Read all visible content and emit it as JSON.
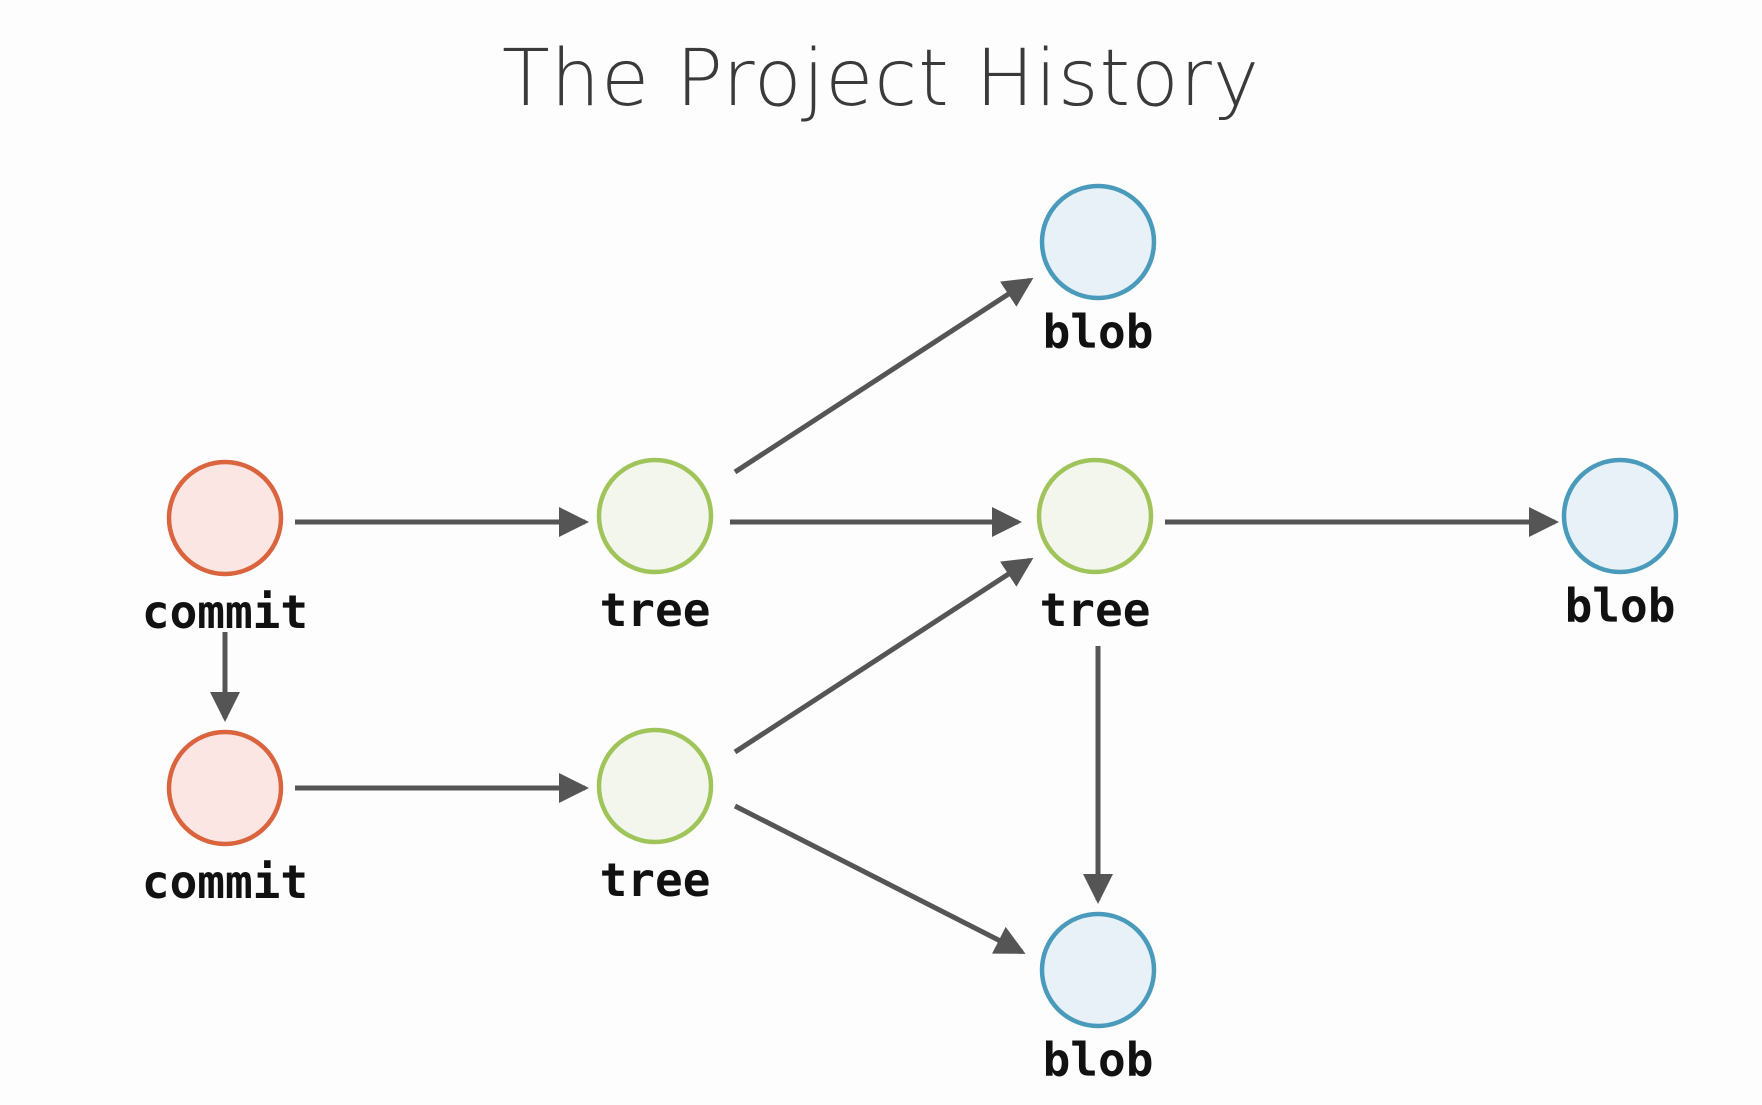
{
  "title": "The Project History",
  "colors": {
    "commit_stroke": "#d9643d",
    "commit_fill": "#fbe6e3",
    "tree_stroke": "#9fc45a",
    "tree_fill": "#f3f6ec",
    "blob_stroke": "#4a9bbb",
    "blob_fill": "#e8f1f7",
    "edge": "#555555",
    "label": "#111111"
  },
  "nodes": [
    {
      "id": "commit-1",
      "type": "commit",
      "label": "commit"
    },
    {
      "id": "commit-2",
      "type": "commit",
      "label": "commit"
    },
    {
      "id": "tree-1",
      "type": "tree",
      "label": "tree"
    },
    {
      "id": "tree-2",
      "type": "tree",
      "label": "tree"
    },
    {
      "id": "tree-3",
      "type": "tree",
      "label": "tree"
    },
    {
      "id": "blob-1",
      "type": "blob",
      "label": "blob"
    },
    {
      "id": "blob-2",
      "type": "blob",
      "label": "blob"
    },
    {
      "id": "blob-3",
      "type": "blob",
      "label": "blob"
    }
  ],
  "edges": [
    {
      "from": "commit-1",
      "to": "tree-1"
    },
    {
      "from": "commit-1",
      "to": "commit-2"
    },
    {
      "from": "commit-2",
      "to": "tree-2"
    },
    {
      "from": "tree-1",
      "to": "blob-1"
    },
    {
      "from": "tree-1",
      "to": "tree-3"
    },
    {
      "from": "tree-2",
      "to": "tree-3"
    },
    {
      "from": "tree-2",
      "to": "blob-3"
    },
    {
      "from": "tree-3",
      "to": "blob-2"
    },
    {
      "from": "tree-3",
      "to": "blob-3"
    }
  ]
}
